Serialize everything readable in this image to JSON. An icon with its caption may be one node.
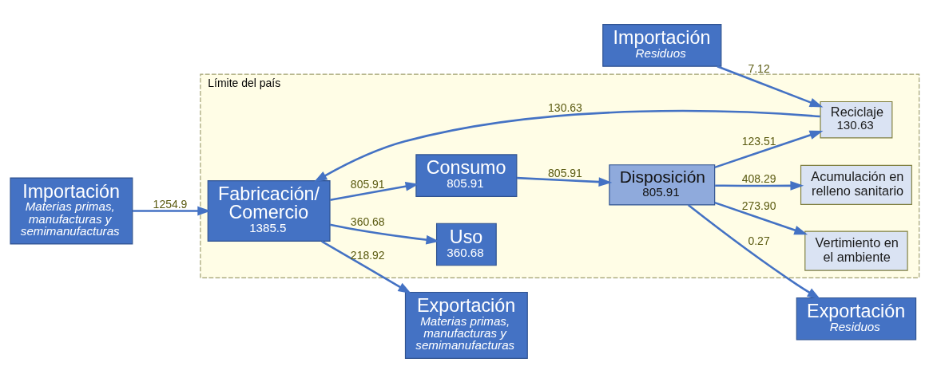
{
  "diagram": {
    "nodes": [
      {
        "text": [
          "Límite del país"
        ]
      },
      {
        "text": [
          "Importación",
          "Materias primas, manufacturas y semimanufacturas"
        ]
      },
      {
        "text": [
          "Fabricación/ Comercio",
          "1385.5"
        ],
        "in": 0
      },
      {
        "text": [
          "Uso",
          "360.68"
        ],
        "in": 0
      },
      {
        "text": [
          "Exportación",
          "Materias primas, manufacturas y semimanufacturas"
        ]
      },
      {
        "text": [
          "Consumo",
          "805.91"
        ],
        "in": 0
      },
      {
        "text": [
          "Acumulación en relleno sanitario"
        ],
        "in": 0
      },
      {
        "text": [
          "Importación",
          "Residuos"
        ]
      },
      {
        "text": [
          "Reciclaje",
          "130.63"
        ],
        "in": 0
      },
      {
        "text": [
          "Disposición",
          "805.91"
        ],
        "in": 0
      },
      {
        "text": [
          "Vertimiento en el ambiente"
        ],
        "in": 0
      },
      {
        "text": [
          "Exportación",
          "Residuos"
        ]
      }
    ],
    "edges": [
      {
        "from": 1,
        "to": 2,
        "arrow": "to",
        "label": "1254.9"
      },
      {
        "from": 2,
        "to": 3,
        "arrow": "to",
        "label": "360.68"
      },
      {
        "from": 2,
        "to": 4,
        "arrow": "to",
        "label": "218.92"
      },
      {
        "from": 2,
        "to": 5,
        "arrow": "to",
        "label": "805.91"
      },
      {
        "from": 5,
        "to": 9,
        "arrow": "to",
        "label": "805.91"
      },
      {
        "from": 9,
        "to": 6,
        "arrow": "to",
        "label": "408.29"
      },
      {
        "from": 9,
        "to": 10,
        "arrow": "to",
        "label": "273.90"
      },
      {
        "from": 9,
        "to": 8,
        "arrow": "to",
        "label": "123.51"
      },
      {
        "from": 7,
        "to": 8,
        "arrow": "to",
        "label": "7.12"
      },
      {
        "from": 8,
        "to": 2,
        "arrow": "to",
        "label": "130.63"
      },
      {
        "from": 9,
        "to": 11,
        "arrow": "to",
        "label": "0.27"
      }
    ]
  }
}
